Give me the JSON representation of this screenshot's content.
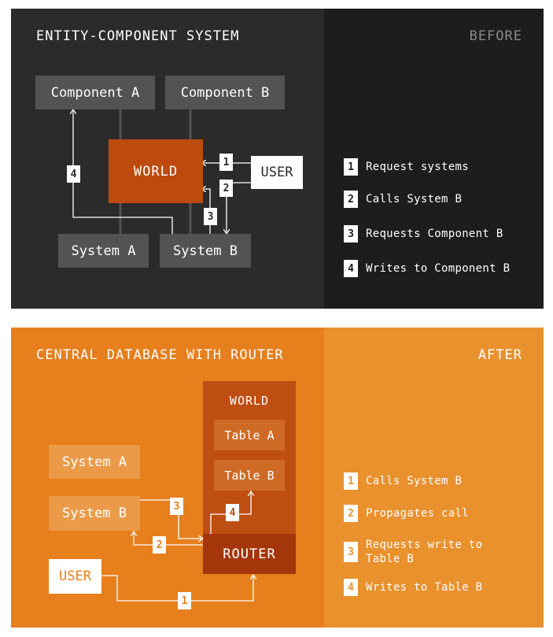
{
  "colors": {
    "dark_bg": "#2b2b2b",
    "dark_side": "#1d1d1d",
    "dark_box": "#535353",
    "world_dark": "#bd4b0e",
    "orange_bg": "#e67f1c",
    "orange_side": "#e8912d",
    "orange_box": "#eb9b48",
    "world_orange": "#be4e12",
    "table_box": "#cf6a26",
    "router": "#a5360a",
    "white": "#ffffff"
  },
  "before": {
    "title": "ENTITY-COMPONENT SYSTEM",
    "tag": "BEFORE",
    "nodes": {
      "component_a": "Component A",
      "component_b": "Component B",
      "world": "WORLD",
      "user": "USER",
      "system_a": "System A",
      "system_b": "System B"
    },
    "badges": [
      "1",
      "2",
      "3",
      "4"
    ],
    "legend": [
      {
        "num": "1",
        "text": "Request systems"
      },
      {
        "num": "2",
        "text": "Calls System B"
      },
      {
        "num": "3",
        "text": "Requests Component B"
      },
      {
        "num": "4",
        "text": "Writes to Component B"
      }
    ]
  },
  "after": {
    "title": "CENTRAL DATABASE WITH ROUTER",
    "tag": "AFTER",
    "nodes": {
      "world": "WORLD",
      "table_a": "Table A",
      "table_b": "Table B",
      "router": "ROUTER",
      "system_a": "System A",
      "system_b": "System B",
      "user": "USER"
    },
    "badges": [
      "1",
      "2",
      "3",
      "4"
    ],
    "legend": [
      {
        "num": "1",
        "text": "Calls System B"
      },
      {
        "num": "2",
        "text": "Propagates call"
      },
      {
        "num": "3",
        "text": "Requests write to\nTable B"
      },
      {
        "num": "4",
        "text": "Writes to Table B"
      }
    ]
  }
}
